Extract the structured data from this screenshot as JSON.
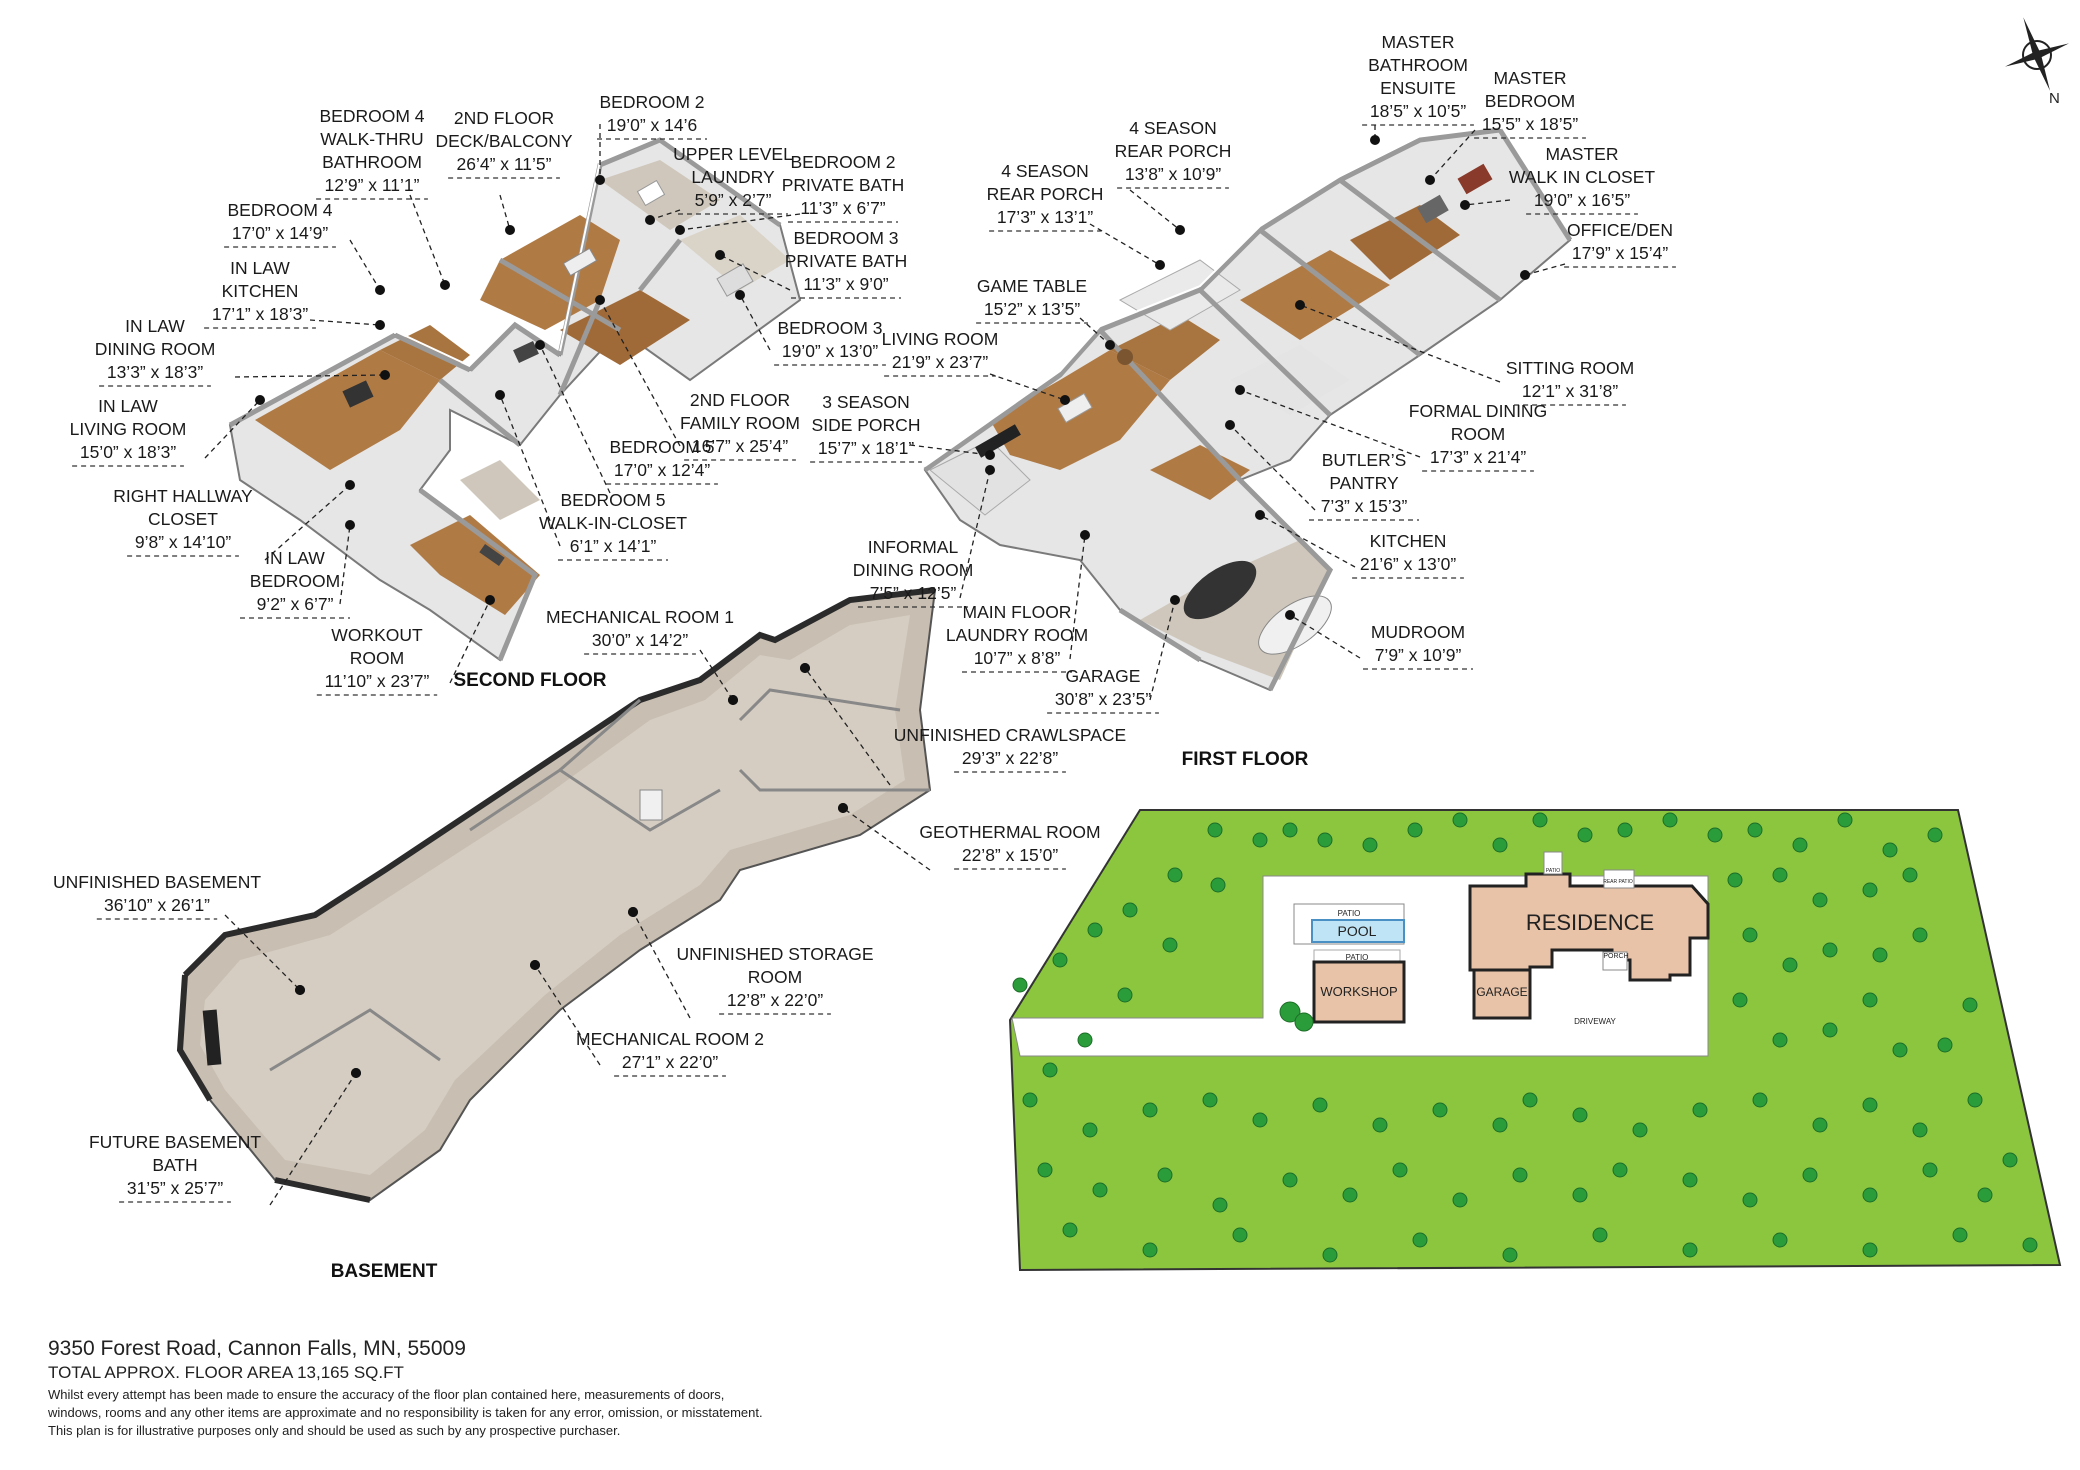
{
  "floors": {
    "second": "SECOND FLOOR",
    "first": "FIRST FLOOR",
    "basement": "BASEMENT"
  },
  "labels": [
    {
      "id": "r01",
      "lines": [
        "MASTER",
        "BATHROOM",
        "ENSUITE"
      ],
      "dim": "18’5” x 10’5”"
    },
    {
      "id": "r02",
      "lines": [
        "MASTER",
        "BEDROOM"
      ],
      "dim": "15’5” x 18’5”"
    },
    {
      "id": "r03",
      "lines": [
        "MASTER",
        "WALK IN CLOSET"
      ],
      "dim": "19’0” x 16’5”"
    },
    {
      "id": "r04",
      "lines": [
        "OFFICE/DEN"
      ],
      "dim": "17’9” x 15’4”"
    },
    {
      "id": "r05",
      "lines": [
        "4 SEASON",
        "REAR PORCH"
      ],
      "dim": "13’8” x 10’9”"
    },
    {
      "id": "r06",
      "lines": [
        "4 SEASON",
        "REAR PORCH"
      ],
      "dim": "17’3” x 13’1”"
    },
    {
      "id": "r07",
      "lines": [
        "GAME TABLE"
      ],
      "dim": "15’2” x 13’5”"
    },
    {
      "id": "r08",
      "lines": [
        "LIVING ROOM"
      ],
      "dim": "21’9” x 23’7”"
    },
    {
      "id": "r09",
      "lines": [
        "3 SEASON",
        "SIDE PORCH"
      ],
      "dim": "15’7” x 18’1”"
    },
    {
      "id": "r10",
      "lines": [
        "SITTING ROOM"
      ],
      "dim": "12’1” x 31’8”"
    },
    {
      "id": "r11",
      "lines": [
        "FORMAL DINING",
        "ROOM"
      ],
      "dim": "17’3” x 21’4”"
    },
    {
      "id": "r12",
      "lines": [
        "BUTLER’S",
        "PANTRY"
      ],
      "dim": "7’3” x 15’3”"
    },
    {
      "id": "r13",
      "lines": [
        "KITCHEN"
      ],
      "dim": "21’6” x 13’0”"
    },
    {
      "id": "r14",
      "lines": [
        "INFORMAL",
        "DINING ROOM"
      ],
      "dim": "7’5” x 12’5”"
    },
    {
      "id": "r15",
      "lines": [
        "MAIN FLOOR",
        "LAUNDRY ROOM"
      ],
      "dim": "10’7” x 8’8”"
    },
    {
      "id": "r16",
      "lines": [
        "MUDROOM"
      ],
      "dim": "7’9” x 10’9”"
    },
    {
      "id": "r17",
      "lines": [
        "GARAGE"
      ],
      "dim": "30’8” x 23’5”"
    },
    {
      "id": "r18",
      "lines": [
        "BEDROOM 2"
      ],
      "dim": "19’0” x 14’6"
    },
    {
      "id": "r19",
      "lines": [
        "2ND FLOOR",
        "DECK/BALCONY"
      ],
      "dim": "26’4” x 11’5”"
    },
    {
      "id": "r20",
      "lines": [
        "BEDROOM 4",
        "WALK-THRU",
        "BATHROOM"
      ],
      "dim": "12’9” x 11’1”"
    },
    {
      "id": "r21",
      "lines": [
        "UPPER LEVEL",
        "LAUNDRY"
      ],
      "dim": "5’9” x 2’7”"
    },
    {
      "id": "r22",
      "lines": [
        "BEDROOM 2",
        "PRIVATE BATH"
      ],
      "dim": "11’3” x 6’7”"
    },
    {
      "id": "r23",
      "lines": [
        "BEDROOM 3",
        "PRIVATE BATH"
      ],
      "dim": "11’3” x 9’0”"
    },
    {
      "id": "r24",
      "lines": [
        "BEDROOM 4"
      ],
      "dim": "17’0” x 14’9”"
    },
    {
      "id": "r25",
      "lines": [
        "IN LAW",
        "KITCHEN"
      ],
      "dim": "17’1” x 18’3”"
    },
    {
      "id": "r26",
      "lines": [
        "IN LAW",
        "DINING ROOM"
      ],
      "dim": "13’3” x 18’3”"
    },
    {
      "id": "r27",
      "lines": [
        "IN LAW",
        "LIVING ROOM"
      ],
      "dim": "15’0” x 18’3”"
    },
    {
      "id": "r28",
      "lines": [
        "BEDROOM 3"
      ],
      "dim": "19’0” x 13’0”"
    },
    {
      "id": "r29",
      "lines": [
        "2ND FLOOR",
        "FAMILY ROOM"
      ],
      "dim": "16’7” x 25’4”"
    },
    {
      "id": "r30",
      "lines": [
        "BEDROOM 5"
      ],
      "dim": "17’0” x 12’4”"
    },
    {
      "id": "r31",
      "lines": [
        "BEDROOM 5",
        "WALK-IN-CLOSET"
      ],
      "dim": "6’1” x 14’1”"
    },
    {
      "id": "r32",
      "lines": [
        "RIGHT HALLWAY",
        "CLOSET"
      ],
      "dim": "9’8” x 14’10”"
    },
    {
      "id": "r33",
      "lines": [
        "IN LAW",
        "BEDROOM"
      ],
      "dim": "9’2” x 6’7”"
    },
    {
      "id": "r34",
      "lines": [
        "WORKOUT",
        "ROOM"
      ],
      "dim": "11’10” x 23’7”"
    },
    {
      "id": "r35",
      "lines": [
        "MECHANICAL ROOM 1"
      ],
      "dim": "30’0” x 14’2”"
    },
    {
      "id": "r36",
      "lines": [
        "UNFINISHED  CRAWLSPACE"
      ],
      "dim": "29’3” x 22’8”"
    },
    {
      "id": "r37",
      "lines": [
        "GEOTHERMAL ROOM"
      ],
      "dim": "22’8” x 15’0”"
    },
    {
      "id": "r38",
      "lines": [
        "UNFINISHED BASEMENT"
      ],
      "dim": "36’10” x 26’1”"
    },
    {
      "id": "r39",
      "lines": [
        "UNFINISHED STORAGE",
        "ROOM"
      ],
      "dim": "12’8” x 22’0”"
    },
    {
      "id": "r40",
      "lines": [
        "MECHANICAL ROOM 2"
      ],
      "dim": "27’1” x 22’0”"
    },
    {
      "id": "r41",
      "lines": [
        "FUTURE BASEMENT",
        "BATH"
      ],
      "dim": "31’5” x 25’7”"
    }
  ],
  "site": {
    "residence": "RESIDENCE",
    "pool": "POOL",
    "patio_top": "PATIO",
    "patio_bottom": "PATIO",
    "workshop": "WORKSHOP",
    "garage": "GARAGE",
    "driveway": "DRIVEWAY",
    "porch": "PORCH",
    "rear_patio": "REAR PATIO",
    "patio_small": "PATIO"
  },
  "compass": {
    "north": "N"
  },
  "footer": {
    "address": "9350 Forest Road, Cannon Falls, MN, 55009",
    "area": "TOTAL APPROX. FLOOR AREA 13,165 SQ.FT",
    "disclaimer_1": "Whilst every attempt has been made to ensure the accuracy of the floor plan contained here, measurements of doors,",
    "disclaimer_2": "windows, rooms and any other items are approximate and no responsibility is taken for any error, omission, or misstatement.",
    "disclaimer_3": "This plan is for illustrative purposes only and should be used as such by any prospective purchaser."
  },
  "colors": {
    "wood": "#b07a45",
    "carpet": "#cfc7bb",
    "wall": "#f2f2f2",
    "lawn": "#8cc63f",
    "tree": "#2a9d3a",
    "residence": "#e8c3a8"
  }
}
